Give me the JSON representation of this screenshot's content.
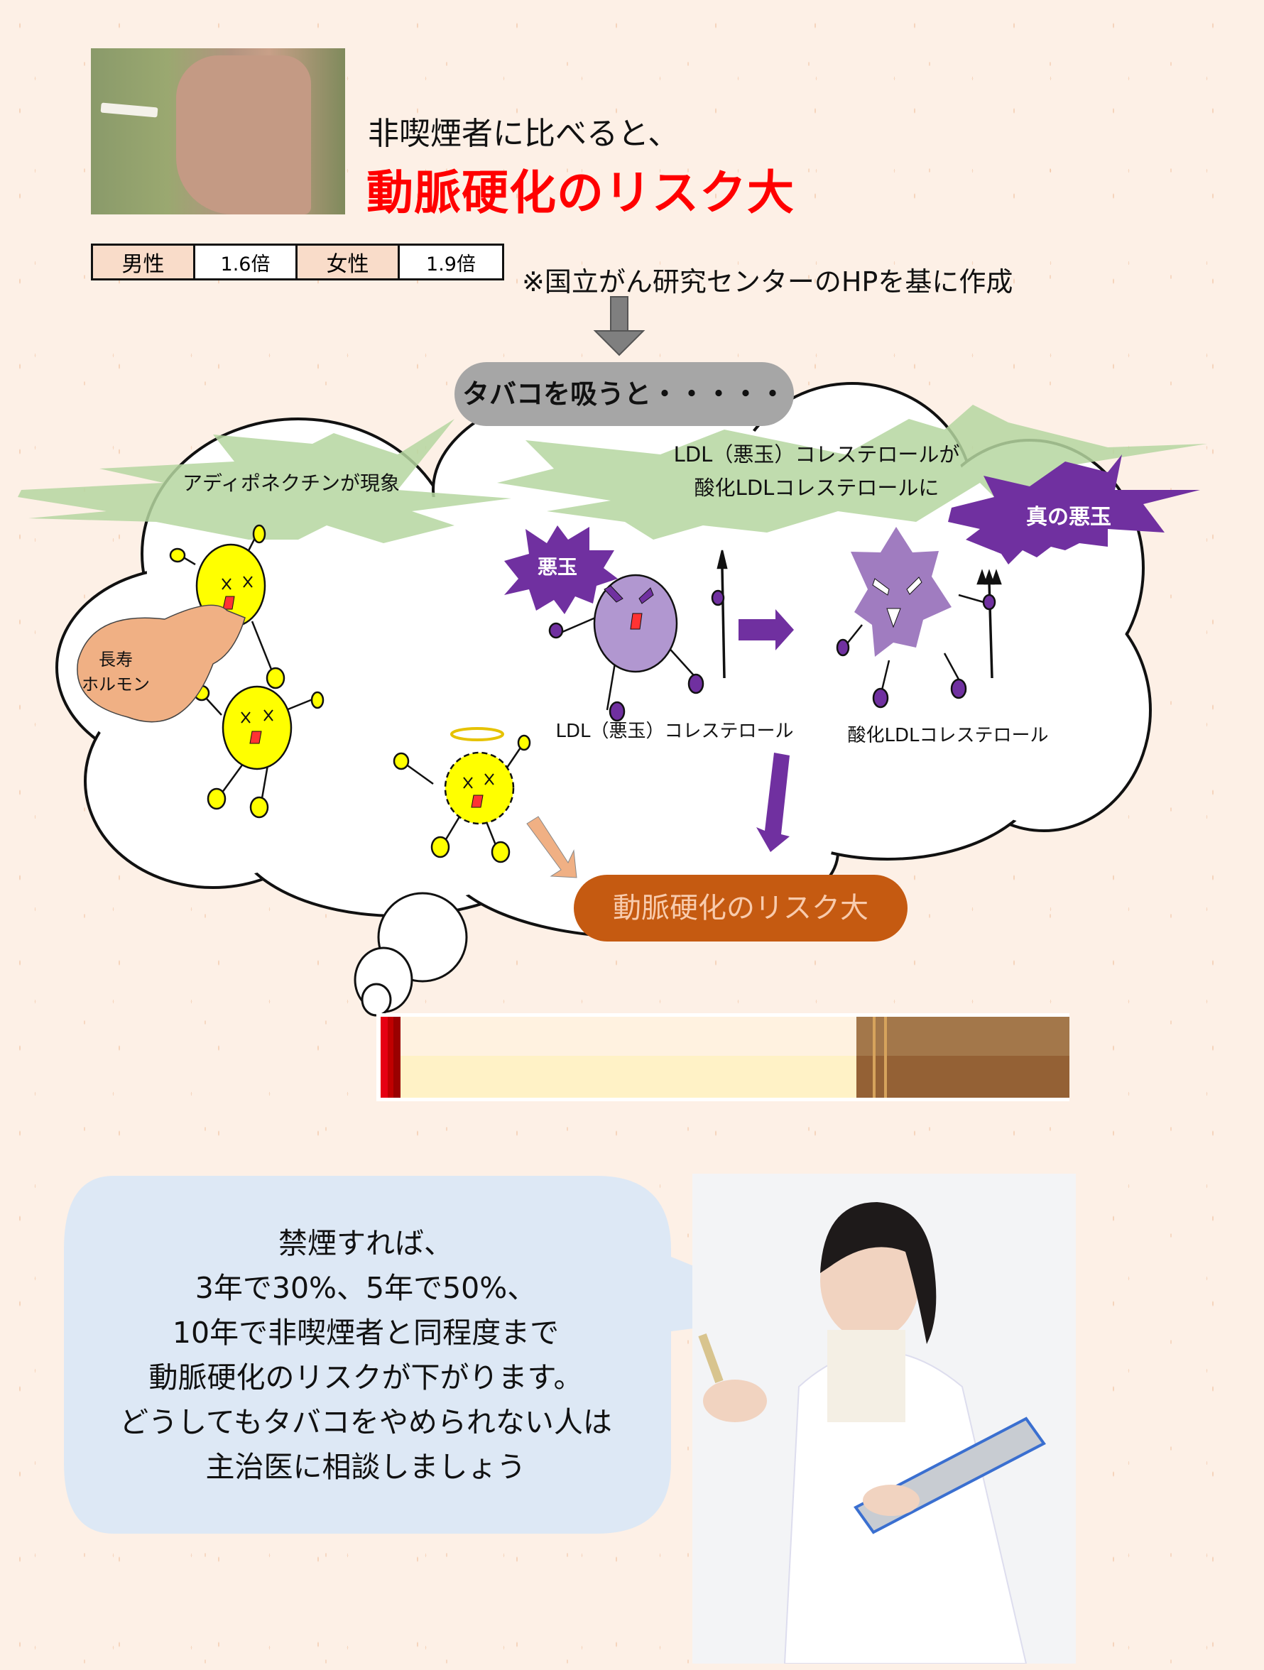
{
  "header": {
    "photo_alt": "hand holding cigarette",
    "line1": "非喫煙者に比べると、",
    "line2": "動脈硬化のリスク大"
  },
  "risk_table": {
    "rows": [
      {
        "label": "男性",
        "value": "1.6倍"
      },
      {
        "label": "女性",
        "value": "1.9倍"
      }
    ]
  },
  "source_note": "※国立がん研究センターのHPを基に作成",
  "diagram": {
    "trigger_label": "タバコを吸うと・・・・・",
    "left_burst": "アディポネクチンが現象",
    "right_burst_line1": "LDL（悪玉）コレステロールが",
    "right_burst_line2": "酸化LDLコレステロールに",
    "longevity_bubble_line1": "長寿",
    "longevity_bubble_line2": "ホルモン",
    "villain_badge": "悪玉",
    "true_villain_badge": "真の悪玉",
    "ldl_caption": "LDL（悪玉）コレステロール",
    "oxidized_ldl_caption": "酸化LDLコレステロール",
    "result_label": "動脈硬化のリスク大"
  },
  "advice": {
    "lines": [
      "禁煙すれば、",
      "3年で30%、5年で50%、",
      "10年で非喫煙者と同程度まで",
      "動脈硬化のリスクが下がります。",
      "どうしてもタバコをやめられない人は",
      "主治医に相談しましょう"
    ]
  },
  "colors": {
    "headline_red": "#ff0000",
    "burst_green": "#b5d6a0",
    "villain_purple": "#7030a0",
    "ldl_lavender": "#b197d0",
    "result_orange": "#c55a11",
    "advice_blue": "#dde8f5",
    "adiponectin_yellow": "#ffff00",
    "longevity_salmon": "#f0b084"
  }
}
